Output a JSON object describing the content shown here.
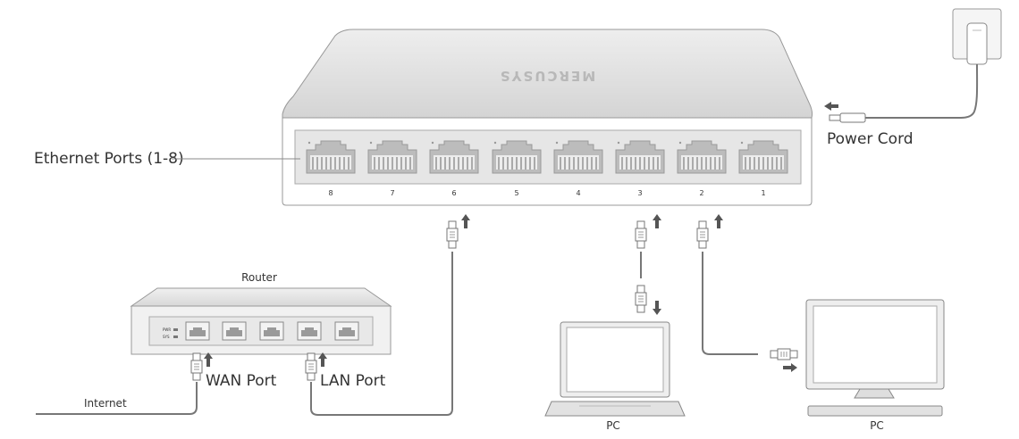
{
  "labels": {
    "ethernet_ports": "Ethernet Ports (1-8)",
    "power_cord": "Power Cord",
    "router": "Router",
    "wan_port": "WAN Port",
    "lan_port": "LAN Port",
    "internet": "Internet",
    "pc_laptop": "PC",
    "pc_desktop": "PC"
  },
  "switch": {
    "brand": "MERCUSYS",
    "port_numbers": [
      "8",
      "7",
      "6",
      "5",
      "4",
      "3",
      "2",
      "1"
    ]
  },
  "router": {
    "indicators": [
      "PWR",
      "SYS"
    ]
  },
  "colors": {
    "device_body": "#e4e4e4",
    "panel": "#f4f4f4",
    "port": "#bcbcbc",
    "cable": "#777777",
    "arrow": "#555555"
  }
}
